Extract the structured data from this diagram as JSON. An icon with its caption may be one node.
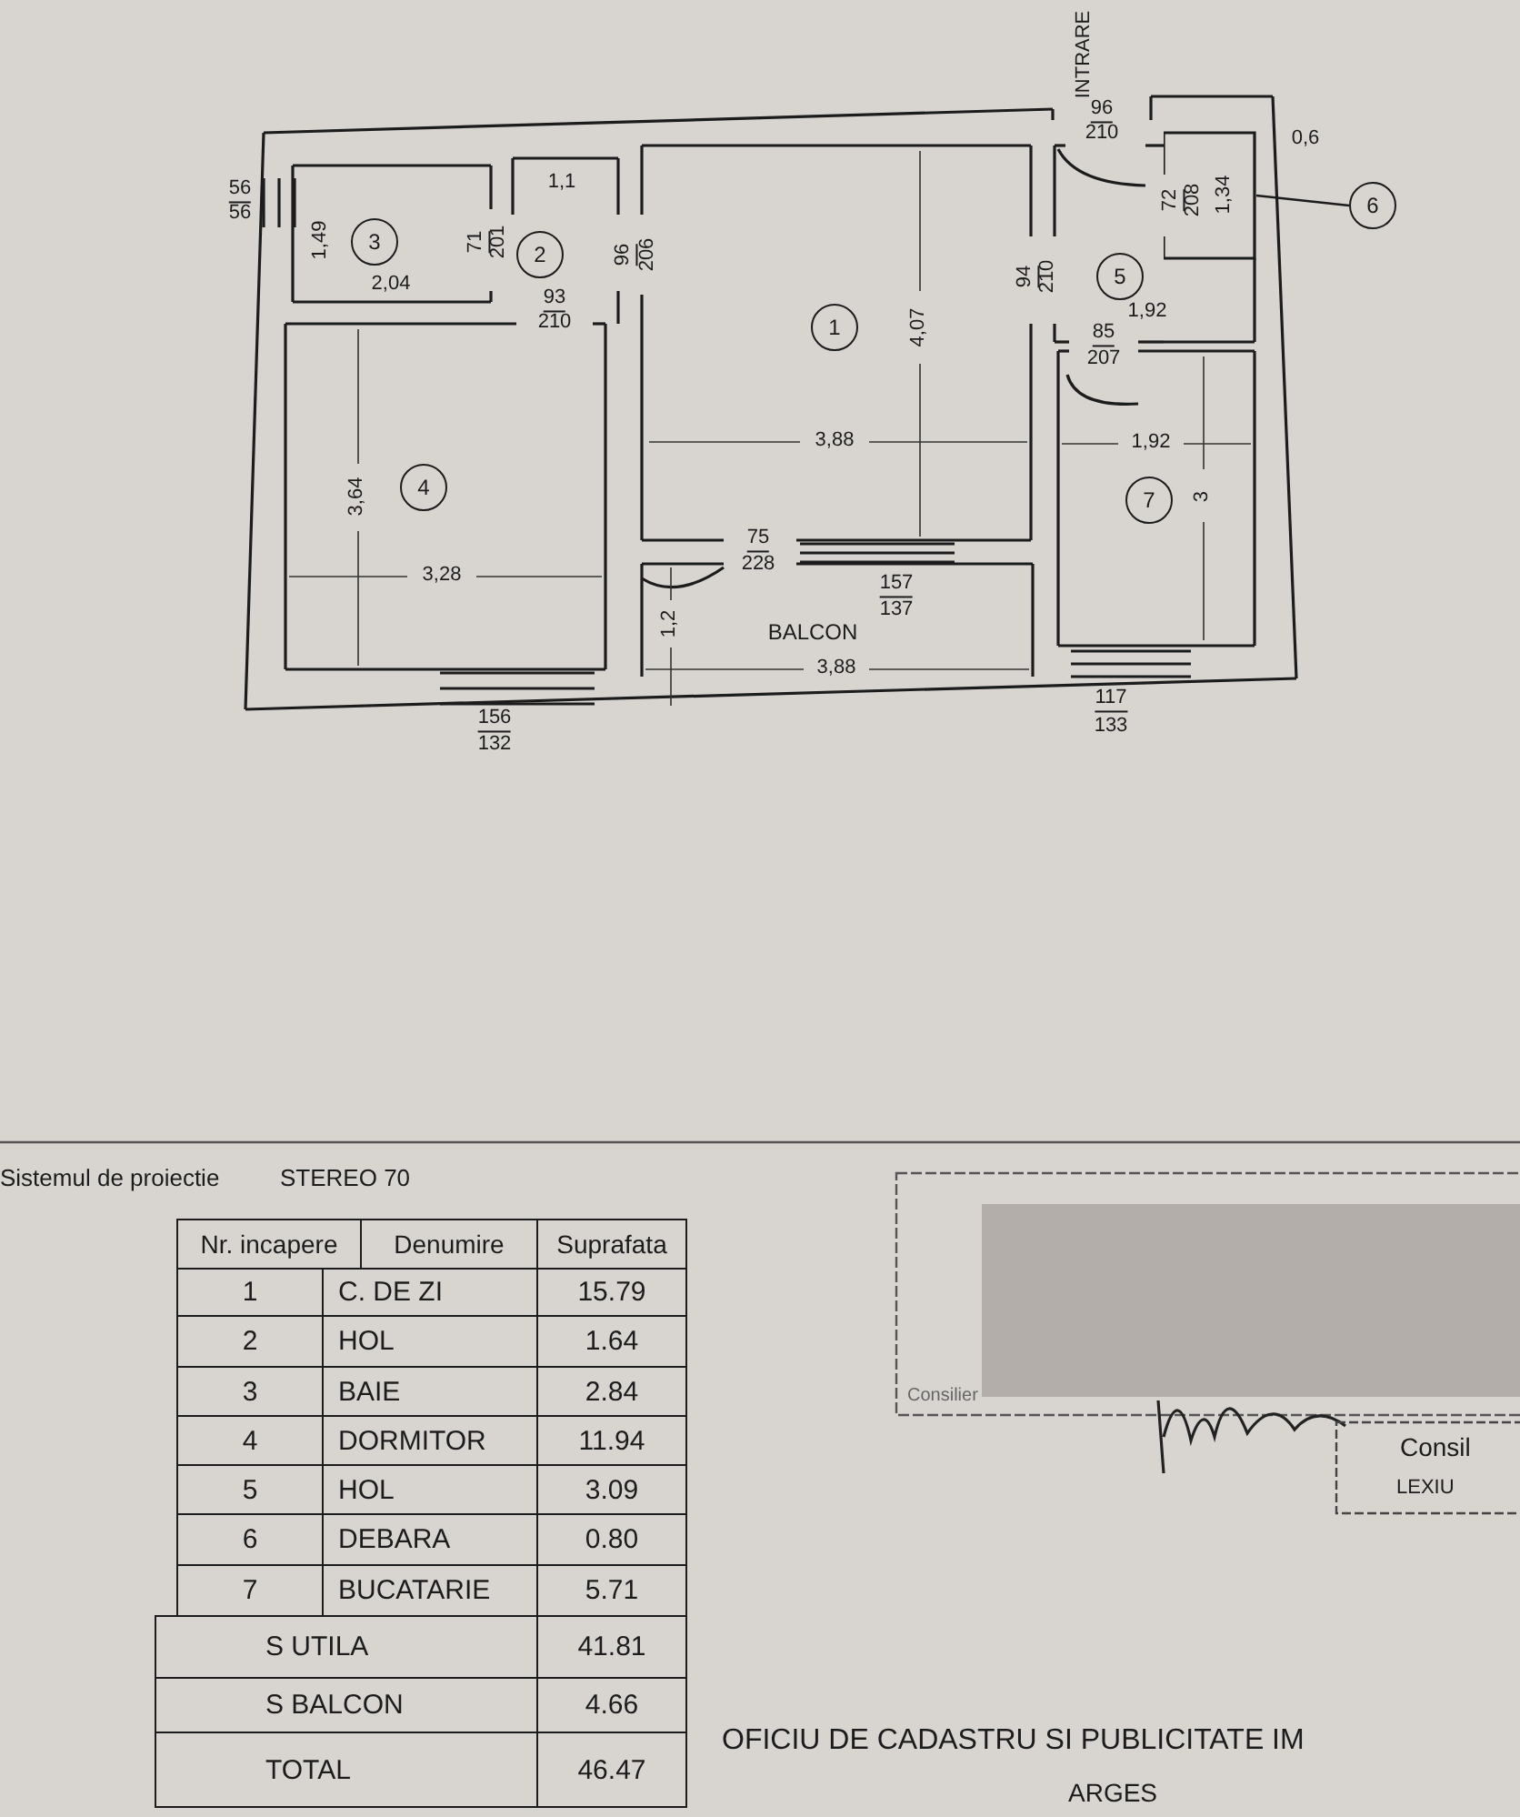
{
  "diagram": {
    "nodes": [
      {
        "text": [
          "1"
        ]
      },
      {
        "text": [
          "2"
        ]
      },
      {
        "text": [
          "3"
        ]
      },
      {
        "text": [
          "4"
        ]
      },
      {
        "text": [
          "5"
        ]
      },
      {
        "text": [
          "6"
        ]
      },
      {
        "text": [
          "7"
        ]
      },
      {
        "text": [],
        "shape": "box"
      }
    ],
    "edges": [
      {
        "from": 5,
        "to": 7,
        "arrow": "none"
      }
    ],
    "labels": [
      "INTRARE",
      "56",
      "56",
      "1,1",
      "1,49",
      "71",
      "201",
      "96",
      "206",
      "96",
      "210",
      "0,6",
      "72",
      "208",
      "1,34",
      "2,04",
      "93",
      "210",
      "94",
      "210",
      "1,92",
      "85",
      "207",
      "4,07",
      "3,88",
      "1,92",
      "3",
      "3,64",
      "3,28",
      "75",
      "228",
      "157",
      "137",
      "1,2",
      "BALCON",
      "3,88",
      "156",
      "132",
      "117",
      "133",
      "Sistemul de proiectie",
      "STEREO 70",
      "Nr. incapere",
      "Denumire",
      "Suprafata",
      "1",
      "C. DE ZI",
      "15.79",
      "2",
      "HOL",
      "1.64",
      "3",
      "BAIE",
      "2.84",
      "4",
      "DORMITOR",
      "11.94",
      "5",
      "HOL",
      "3.09",
      "6",
      "DEBARA",
      "0.80",
      "7",
      "BUCATARIE",
      "5.71",
      "S UTILA",
      "41.81",
      "S BALCON",
      "4.66",
      "TOTAL",
      "46.47",
      "Consilier",
      "Consil",
      "LEXIU",
      "OFICIU DE CADASTRU SI PUBLICITATE IM",
      "ARGES"
    ]
  }
}
